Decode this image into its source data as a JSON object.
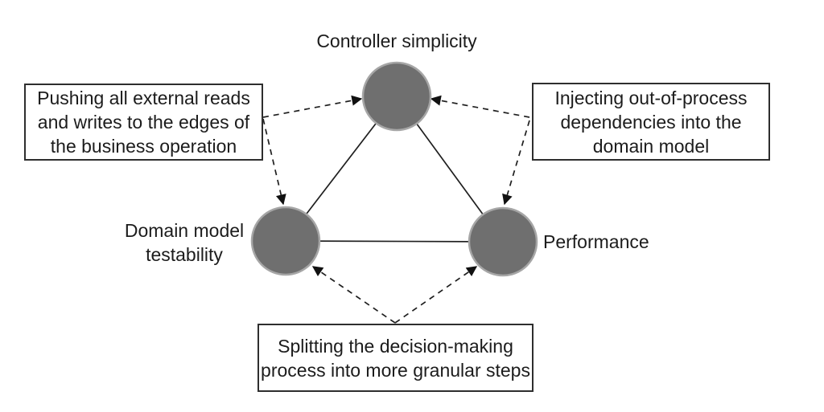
{
  "figure": {
    "nodes": {
      "top": {
        "label": "Controller simplicity"
      },
      "left": {
        "lines": [
          "Domain model",
          "testability"
        ]
      },
      "right": {
        "label": "Performance"
      }
    },
    "callouts": {
      "left": {
        "lines": [
          "Pushing all external reads",
          "and writes to the edges of",
          "the business operation"
        ]
      },
      "right": {
        "lines": [
          "Injecting out-of-process",
          "dependencies into the",
          "domain model"
        ]
      },
      "bottom": {
        "lines": [
          "Splitting the decision-making",
          "process into more granular steps"
        ]
      }
    },
    "colors": {
      "node_fill": "#6f6f6f",
      "node_stroke": "#a6a6a6",
      "edge_line": "#1f1f1f",
      "arrow": "#111111",
      "box_border": "#2e2e2e",
      "text": "#1c1c1c",
      "background": "#ffffff"
    }
  }
}
